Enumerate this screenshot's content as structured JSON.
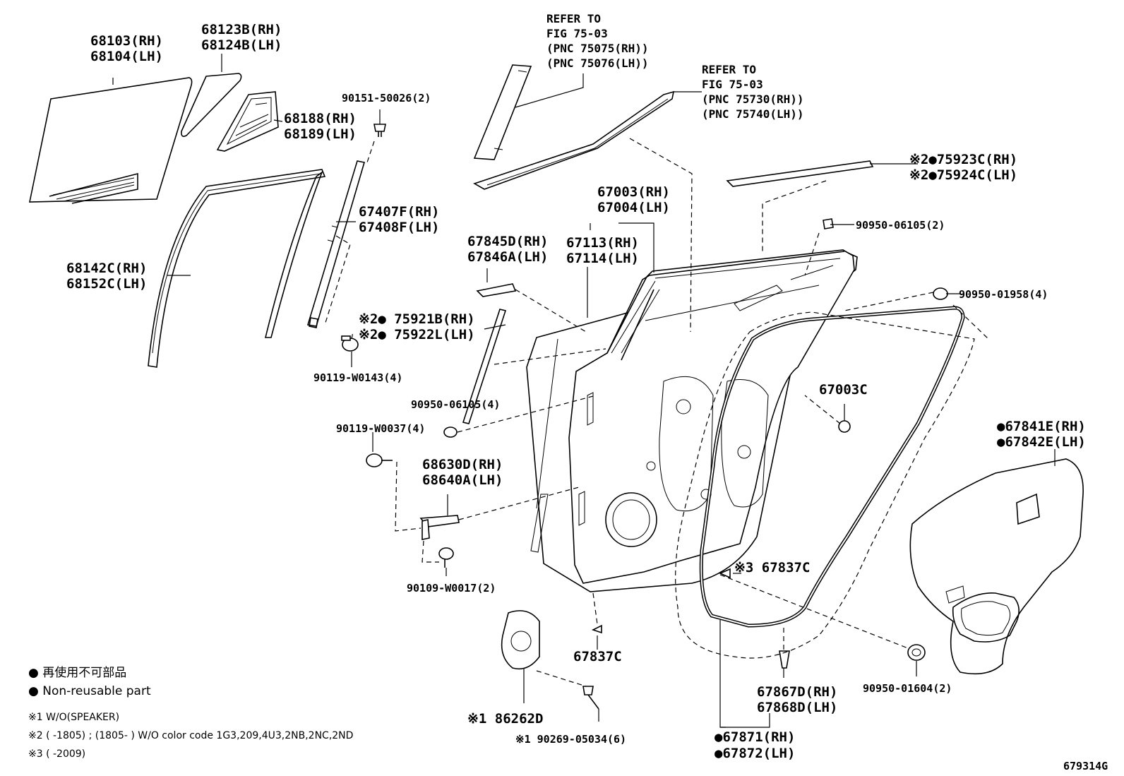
{
  "labels": {
    "l68103": "68103(RH)",
    "l68104": "68104(LH)",
    "l68123B": "68123B(RH)",
    "l68124B": "68124B(LH)",
    "l68188": "68188(RH)",
    "l68189": "68189(LH)",
    "l90151": "90151-50026(2)",
    "l67407F": "67407F(RH)",
    "l67408F": "67408F(LH)",
    "l68142C": "68142C(RH)",
    "l68152C": "68152C(LH)",
    "l75921B": "※2● 75921B(RH)",
    "l75922L": "※2● 75922L(LH)",
    "l90119_W0143": "90119-W0143(4)",
    "l90950_06105_4": "90950-06105(4)",
    "l90119_W0037": "90119-W0037(4)",
    "l68630D": "68630D(RH)",
    "l68640A": "68640A(LH)",
    "l90109_W0017": "90109-W0017(2)",
    "l67845D": "67845D(RH)",
    "l67846A": "67846A(LH)",
    "l67113": "67113(RH)",
    "l67114": "67114(LH)",
    "l67003": "67003(RH)",
    "l67004": "67004(LH)",
    "l75923C": "※2●75923C(RH)",
    "l75924C": "※2●75924C(LH)",
    "l90950_06105_2": "90950-06105(2)",
    "l90950_01958": "90950-01958(4)",
    "l67003C": "67003C",
    "l67841E": "●67841E(RH)",
    "l67842E": "●67842E(LH)",
    "l67837C_a": "※3 67837C",
    "l67837C_b": "67837C",
    "l90950_01604": "90950-01604(2)",
    "l67867D": "67867D(RH)",
    "l67868D": "67868D(LH)",
    "l67871": "●67871(RH)",
    "l67872": "●67872(LH)",
    "l86262D": "※1 86262D",
    "l90269": "※1 90269-05034(6)"
  },
  "refs": {
    "r1_line1": "REFER TO",
    "r1_line2": "FIG 75-03",
    "r1_line3": "(PNC 75075(RH))",
    "r1_line4": "(PNC 75076(LH))",
    "r2_line1": "REFER TO",
    "r2_line2": "FIG 75-03",
    "r2_line3": "(PNC 75730(RH))",
    "r2_line4": "(PNC 75740(LH))"
  },
  "legend": {
    "jp": "● 再使用不可部品",
    "en": "● Non-reusable part",
    "note1": "※1 W/O(SPEAKER)",
    "note2": "※2 (        -1805) ; (1805-        ) W/O color code 1G3,209,4U3,2NB,2NC,2ND",
    "note3": "※3 (        -2009)"
  },
  "figure_id": "679314G"
}
